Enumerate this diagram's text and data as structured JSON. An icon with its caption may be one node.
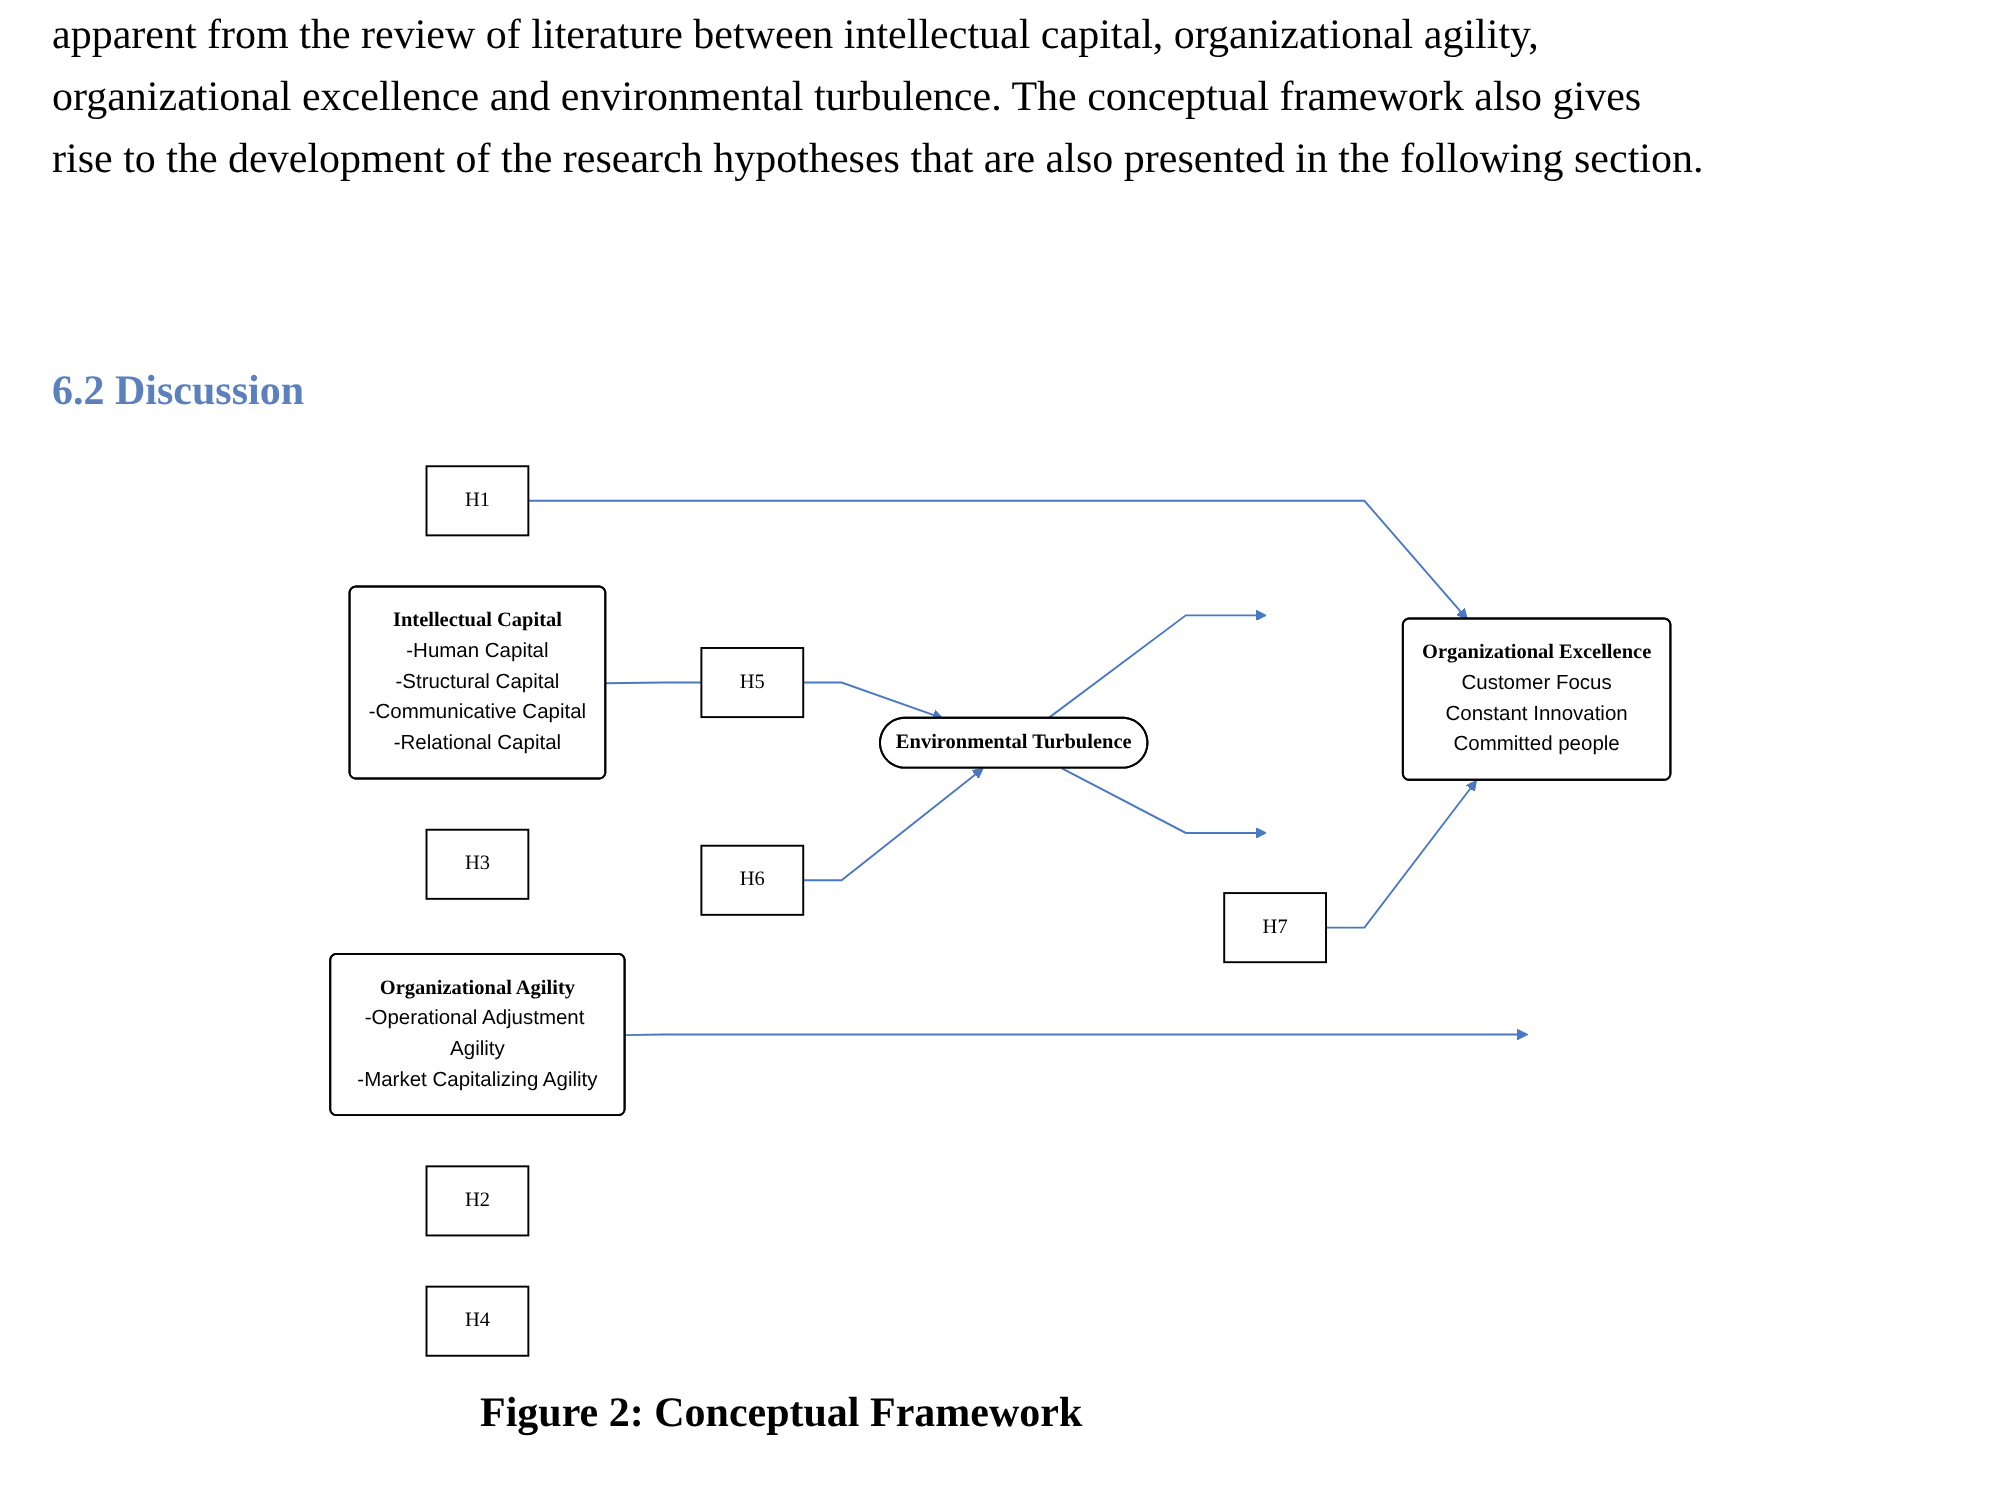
{
  "diagram": {
    "caption": "Figure 2: Conceptual Framework",
    "nodes": [
      {
        "text": [
          "Intellectual Capital",
          "-Human Capital",
          "-Structural Capital",
          "-Communicative Capital",
          "-Relational Capital"
        ]
      },
      {
        "text": [
          "H1"
        ]
      },
      {
        "text": [
          "Organizational Excellence",
          "Customer Focus",
          "Constant Innovation",
          "Committed people"
        ]
      },
      {
        "text": [
          "H3"
        ]
      },
      {
        "text": [
          "H5"
        ]
      },
      {
        "text": [
          "Environmental Turbulence"
        ]
      },
      {
        "text": [
          "H7"
        ]
      },
      {
        "text": [
          "H6"
        ]
      },
      {
        "text": [
          "Organizational Agility",
          "-Operational Adjustment Agility",
          "-Market Capitalizing Agility"
        ]
      },
      {
        "text": [
          "H2"
        ]
      },
      {
        "text": [
          "H4"
        ]
      }
    ],
    "edges": [
      {
        "from": 1,
        "to": 2,
        "arrow": "to"
      },
      {
        "from": 5,
        "to": null,
        "arrow": "to"
      },
      {
        "from": 0,
        "to": 4,
        "arrow": "none"
      },
      {
        "from": 4,
        "to": 5,
        "arrow": "to"
      },
      {
        "from": 7,
        "to": 5,
        "arrow": "to"
      },
      {
        "from": 6,
        "to": 2,
        "arrow": "to"
      },
      {
        "from": 8,
        "to": null,
        "arrow": "to"
      },
      {
        "from": 5,
        "to": null,
        "arrow": "to"
      }
    ],
    "labels": [
      "apparent from the review of literature between intellectual capital, organizational agility, organizational excellence and environmental turbulence. The conceptual framework also gives rise to the development of the research hypotheses that are also presented in the following section.",
      "6.2 Discussion"
    ]
  }
}
